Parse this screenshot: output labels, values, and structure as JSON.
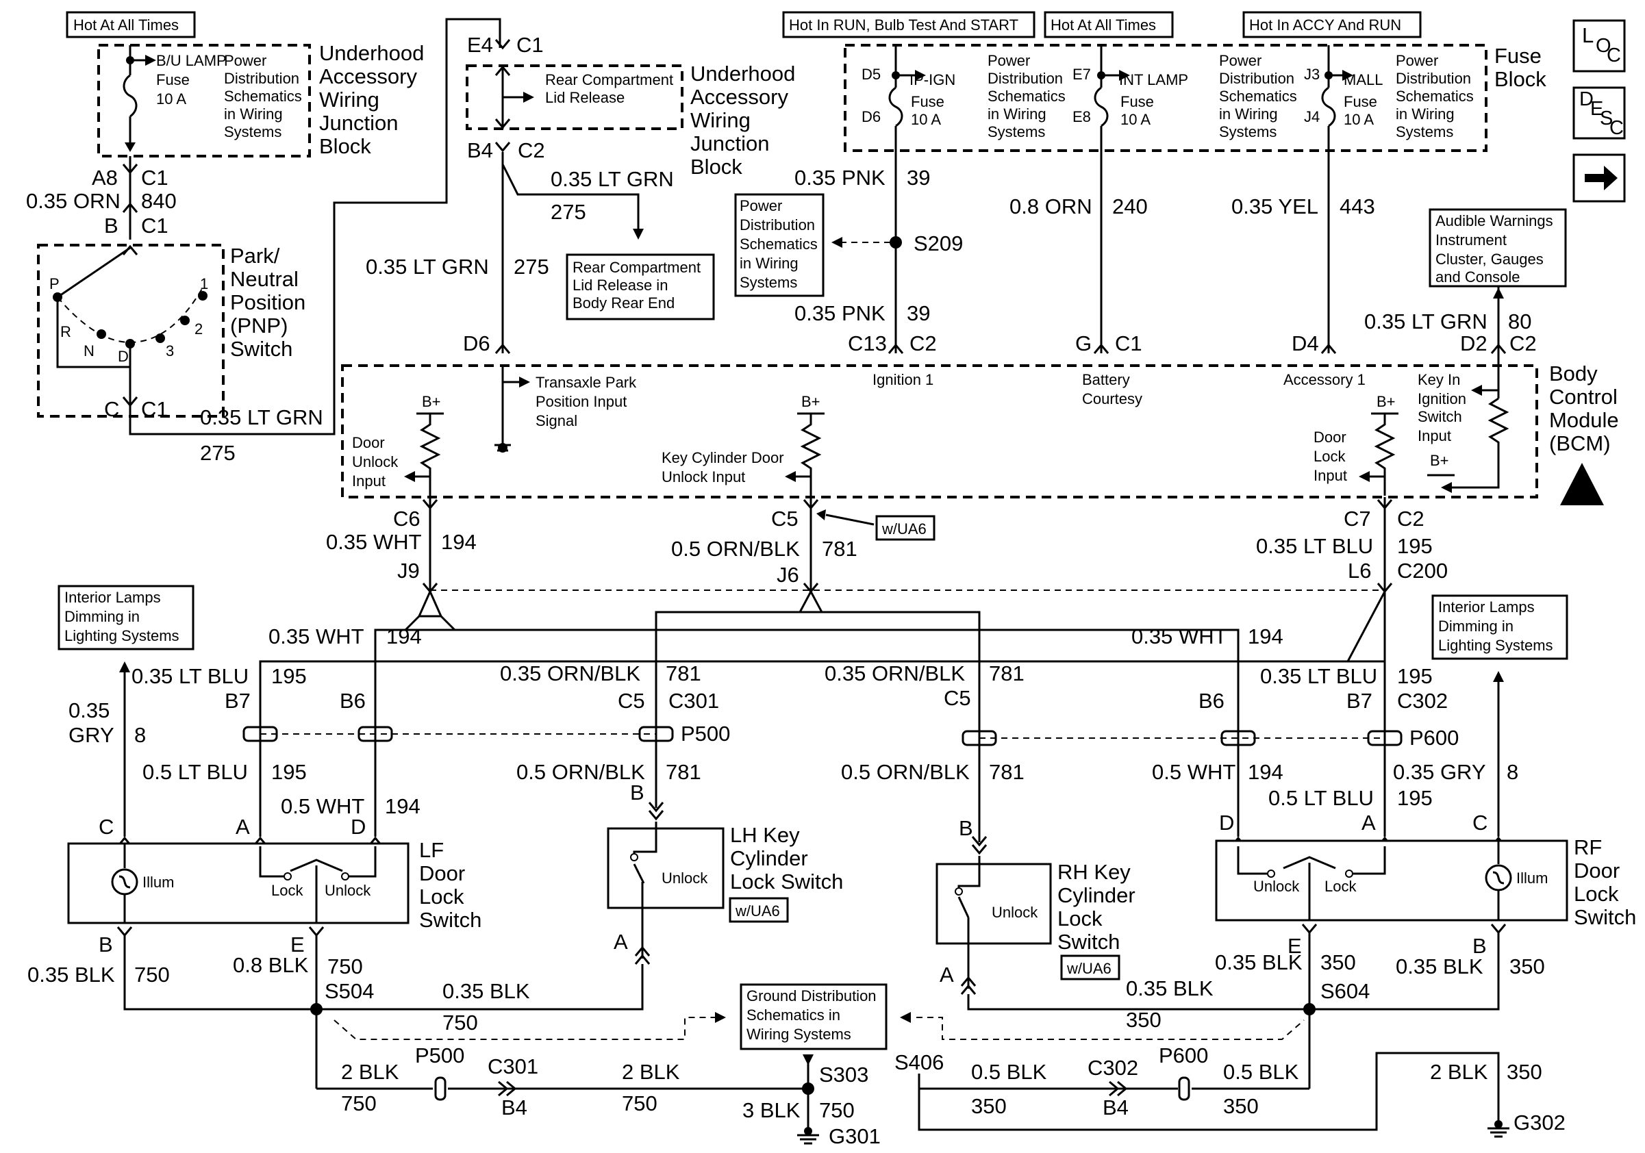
{
  "hot": {
    "left": "Hot At All Times",
    "run": "Hot In RUN, Bulb Test And START",
    "all": "Hot At All Times",
    "accy": "Hot In ACCY And RUN"
  },
  "nav": {
    "loc": "LOC",
    "desc": "DESC",
    "next_icon": "arrow-right-icon"
  },
  "texts": {
    "uh_block": [
      "Underhood",
      "Accessory",
      "Wiring",
      "Junction",
      "Block"
    ],
    "uh_block2": [
      "Underhood",
      "Accessory",
      "Wiring",
      "Junction",
      "Block"
    ],
    "fuse_block": [
      "Fuse",
      "Block"
    ],
    "pds": [
      "Power",
      "Distribution",
      "Schematics",
      "in Wiring",
      "Systems"
    ],
    "bu_fuse": [
      "B/U LAMP",
      "Fuse",
      "10 A"
    ],
    "ipign_fuse": [
      "IP-IGN",
      "Fuse",
      "10 A"
    ],
    "intlamp_fuse": [
      "INT LAMP",
      "Fuse",
      "10 A"
    ],
    "mall_fuse": [
      "MALL",
      "Fuse",
      "10 A"
    ],
    "rear_lid": [
      "Rear Compartment",
      "Lid Release"
    ],
    "rear_lid_ref": [
      "Rear Compartment",
      "Lid Release in",
      "Body Rear End"
    ],
    "audible": [
      "Audible Warnings",
      "Instrument",
      "Cluster, Gauges",
      "and Console"
    ],
    "pnp": [
      "Park/",
      "Neutral",
      "Position",
      "(PNP)",
      "Switch"
    ],
    "pnp_pos": {
      "p": "P",
      "r": "R",
      "n": "N",
      "d": "D",
      "three": "3",
      "two": "2",
      "one": "1"
    },
    "bcm": [
      "Body",
      "Control",
      "Module",
      "(BCM)"
    ],
    "transaxle": [
      "Transaxle Park",
      "Position Input",
      "Signal"
    ],
    "ignition1": "Ignition 1",
    "battery": [
      "Battery",
      "Courtesy"
    ],
    "accessory1": "Accessory 1",
    "key_in": [
      "Key In",
      "Ignition",
      "Switch",
      "Input"
    ],
    "door_unlock_in": [
      "Door",
      "Unlock",
      "Input"
    ],
    "key_cyl_in": [
      "Key Cylinder Door",
      "Unlock Input"
    ],
    "door_lock_in": [
      "Door",
      "Lock",
      "Input"
    ],
    "bplus": "B+",
    "wua6": "w/UA6",
    "int_lamps": [
      "Interior Lamps",
      "Dimming in",
      "Lighting Systems"
    ],
    "lh_key": [
      "LH Key",
      "Cylinder",
      "Lock Switch"
    ],
    "rh_key": [
      "RH Key",
      "Cylinder",
      "Lock",
      "Switch"
    ],
    "lf_door": [
      "LF",
      "Door",
      "Lock",
      "Switch"
    ],
    "rf_door": [
      "RF",
      "Door",
      "Lock",
      "Switch"
    ],
    "illum": "Illum",
    "lock": "Lock",
    "unlock": "Unlock",
    "ground_dist": [
      "Ground Distribution",
      "Schematics in",
      "Wiring Systems"
    ]
  },
  "labels": {
    "e4": "E4",
    "c1": "C1",
    "b4": "B4",
    "c2": "C2",
    "a8": "A8",
    "b": "B",
    "c": "C",
    "c1b": "C1",
    "d5": "D5",
    "d6": "D6",
    "e7": "E7",
    "e8": "E8",
    "j3": "J3",
    "j4": "J4",
    "orn_035": "0.35 ORN",
    "n840": "840",
    "ltgrn_035": "0.35 LT GRN",
    "n275": "275",
    "pnk_035": "0.35 PNK",
    "n39": "39",
    "s209": "S209",
    "orn_08": "0.8 ORN",
    "n240": "240",
    "yel_035": "0.35 YEL",
    "n443": "443",
    "n80": "80",
    "d2": "D2",
    "d6b": "D6",
    "c13": "C13",
    "g": "G",
    "d4": "D4",
    "c6": "C6",
    "wht_035": "0.35 WHT",
    "n194": "194",
    "j9": "J9",
    "c5": "C5",
    "ornblk_05": "0.5 ORN/BLK",
    "n781": "781",
    "j6": "J6",
    "c7": "C7",
    "ltblu_035": "0.35 LT BLU",
    "n195": "195",
    "l6": "L6",
    "c200": "C200",
    "gry_035a": "0.35",
    "gry_035b": "GRY",
    "n8": "8",
    "b7": "B7",
    "b6": "B6",
    "c301": "C301",
    "p500": "P500",
    "c302": "C302",
    "p600": "P600",
    "ornblk_035": "0.35 ORN/BLK",
    "ltblu_05": "0.5 LT BLU",
    "wht_05": "0.5 WHT",
    "gry_035": "0.35 GRY",
    "a": "A",
    "d": "D",
    "e": "E",
    "blk_035": "0.35 BLK",
    "n750": "750",
    "blk_08": "0.8 BLK",
    "s504": "S504",
    "n350": "350",
    "s604": "S604",
    "blk_2": "2 BLK",
    "blk_3": "3 BLK",
    "s303": "S303",
    "g301": "G301",
    "s406": "S406",
    "blk_05": "0.5 BLK",
    "g302": "G302"
  }
}
